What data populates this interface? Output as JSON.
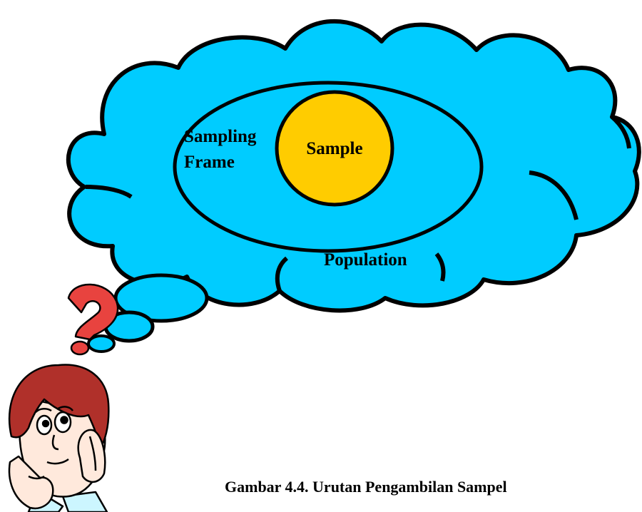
{
  "diagram": {
    "labels": {
      "sampling_frame_line1": "Sampling",
      "sampling_frame_line2": "Frame",
      "sample": "Sample",
      "population": "Population"
    },
    "caption": "Gambar 4.4.  Urutan Pengambilan Sampel"
  },
  "colors": {
    "cloud_fill": "#00ccff",
    "sample_fill": "#ffcc00",
    "question_mark": "#e8433f",
    "hair": "#b0302a",
    "skin": "#ffe9dc",
    "collar": "#ccf6ff",
    "outline": "#000000"
  },
  "icons": {
    "question_mark": "question-mark-icon",
    "thinking_person": "thinking-person-icon"
  }
}
